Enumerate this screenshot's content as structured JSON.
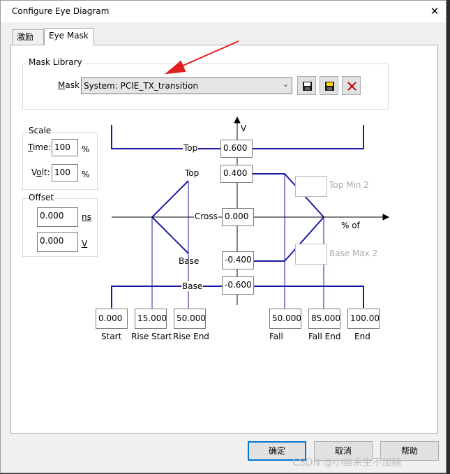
{
  "dialog": {
    "title": "Configure Eye Diagram",
    "close_icon": "close-icon",
    "tabs": [
      "激励",
      "Eye Mask"
    ],
    "active_tab": "Eye Mask"
  },
  "mask_library": {
    "group_label": "Mask Library",
    "mask_label_hotkey": "M",
    "mask_label_rest": "ask",
    "selected_mask": "System: PCIE_TX_transition",
    "buttons": [
      "save-icon",
      "save-as-icon",
      "delete-icon"
    ]
  },
  "scale": {
    "group_label": "Scale",
    "time_label_hotkey": "T",
    "time_label_rest": "ime:",
    "time_value": "100",
    "time_unit": "%",
    "volt_label_pre": "V",
    "volt_label_hotkey": "o",
    "volt_label_rest": "lt:",
    "volt_value": "100",
    "volt_unit": "%"
  },
  "offset": {
    "group_label": "Offset",
    "time_value": "0.000",
    "time_unit": "ns",
    "volt_value": "0.000",
    "volt_unit": "V"
  },
  "diagram": {
    "axis_v_label": "V",
    "axis_x_label": "% of",
    "levels": {
      "top_outer": {
        "label": "Top",
        "value": "0.600"
      },
      "top_inner": {
        "label": "Top",
        "value": "0.400"
      },
      "cross": {
        "label": "Cross",
        "value": "0.000"
      },
      "base_inner": {
        "label": "Base",
        "value": "-0.400"
      },
      "base_outer": {
        "label": "Base",
        "value": "-0.600"
      }
    },
    "top_min2": "Top Min 2",
    "base_max2": "Base Max 2",
    "times": [
      {
        "value": "0.000",
        "label": "Start"
      },
      {
        "value": "15.000",
        "label": "Rise Start"
      },
      {
        "value": "50.000",
        "label": "Rise End"
      },
      {
        "value": "50.000",
        "label": "Fall"
      },
      {
        "value": "85.000",
        "label": "Fall End"
      },
      {
        "value": "100.00",
        "label": "End"
      }
    ],
    "line_color": "#1a1aa6",
    "annotation_arrow_color": "#e02020"
  },
  "footer": {
    "ok": "确定",
    "cancel": "取消",
    "help": "帮助",
    "watermark": "CSDN @小幽余生不加糖"
  }
}
